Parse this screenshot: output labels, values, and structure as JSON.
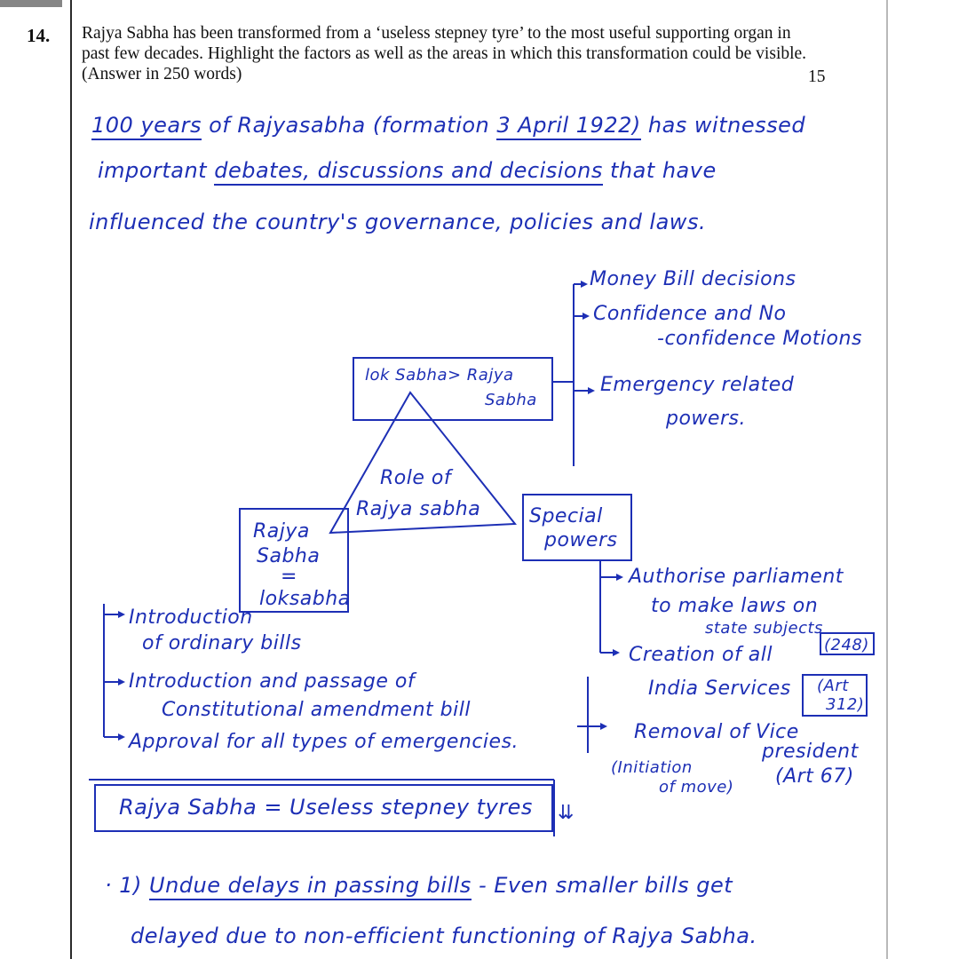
{
  "question": {
    "number": "14.",
    "text": "Rajya Sabha has been transformed from a ‘useless stepney tyre’ to the most useful supporting organ in past few decades. Highlight the factors as well as the areas in which this transformation could be visible. (Answer in 250 words)",
    "marks": "15"
  },
  "answer": {
    "intro": {
      "l1_a": "100 years",
      "l1_b": "of Rajyasabha (formation",
      "l1_c": "3 April 1922)",
      "l1_d": "has witnessed",
      "l2_a": "important",
      "l2_b": "debates, discussions and decisions",
      "l2_c": "that have",
      "l3": "influenced the country's governance, policies and laws."
    },
    "diagram": {
      "center": [
        "Role of",
        "Rajya sabha"
      ],
      "top_box": [
        "lok Sabha> Rajya",
        "Sabha"
      ],
      "top_items": [
        "Money Bill decisions",
        "Confidence and No",
        "-confidence Motions",
        "Emergency related",
        "powers."
      ],
      "left_box": [
        "Rajya",
        "Sabha",
        "=",
        "loksabha"
      ],
      "left_items": [
        "Introduction",
        "of ordinary bills",
        "Introduction and passage of",
        "Constitutional amendment bill",
        "Approval for all types of emergencies."
      ],
      "right_box": [
        "Special",
        "powers"
      ],
      "right_items": [
        "Authorise parliament",
        "to make laws on",
        "state subjects",
        "(248)",
        "Creation of all",
        "India Services",
        "(Art",
        "312)",
        "Removal of Vice",
        "president",
        "(Initiation",
        "of move)",
        "(Art 67)"
      ]
    },
    "boxed_statement": "Rajya Sabha = Useless stepney tyres",
    "point1": {
      "bullet": "· 1)",
      "title": "Undue delays in passing bills",
      "rest": "- Even smaller bills get",
      "line2": "delayed due to non-efficient functioning of Rajya Sabha."
    }
  }
}
